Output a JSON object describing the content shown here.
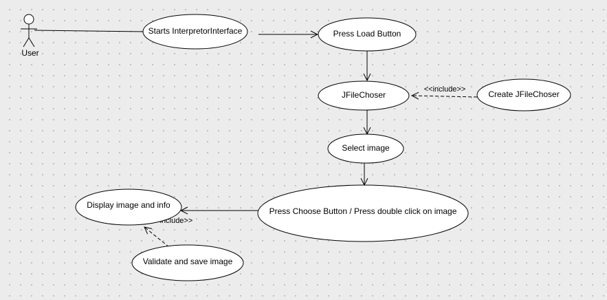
{
  "actor": {
    "label": "User",
    "icon": "stick-figure-actor"
  },
  "use_cases": {
    "starts": "Starts InterpretorInterface",
    "press_load": "Press Load Button",
    "jfilechoser": "JFileChoser",
    "create_jfilechoser": "Create JFileChoser",
    "select_image": "Select image",
    "press_choose": "Press Choose Button / Press double click on image",
    "display_image": "Display image and info",
    "validate_save": "Validate and save image"
  },
  "stereotypes": {
    "include_jfilechoser": "<<include>>",
    "include_display": "<<include>>"
  }
}
